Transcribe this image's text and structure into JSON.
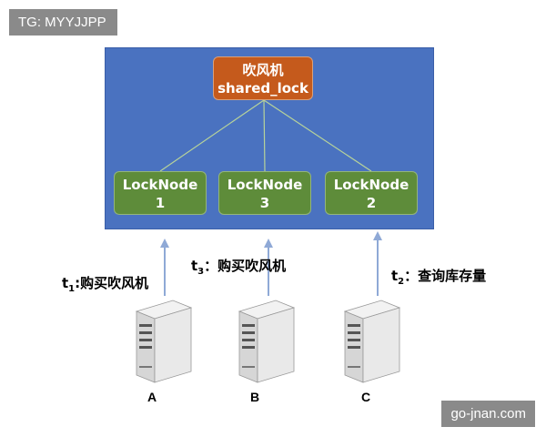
{
  "tag": "TG: MYYJJPP",
  "watermark": "go-jnan.com",
  "root": {
    "line1": "吹风机",
    "line2": "shared_lock"
  },
  "lock_nodes": [
    {
      "name": "LockNode",
      "num": "1"
    },
    {
      "name": "LockNode",
      "num": "3"
    },
    {
      "name": "LockNode",
      "num": "2"
    }
  ],
  "requests": [
    {
      "t": "t",
      "sub": "1",
      "text": ":购买吹风机"
    },
    {
      "t": "t",
      "sub": "3",
      "text": "：购买吹风机"
    },
    {
      "t": "t",
      "sub": "2",
      "text": "：查询库存量"
    }
  ],
  "servers": [
    "A",
    "B",
    "C"
  ],
  "colors": {
    "panel": "#4a72c0",
    "root": "#c55a1c",
    "lock": "#5e8c3a",
    "arrow": "#8fa9d6"
  }
}
